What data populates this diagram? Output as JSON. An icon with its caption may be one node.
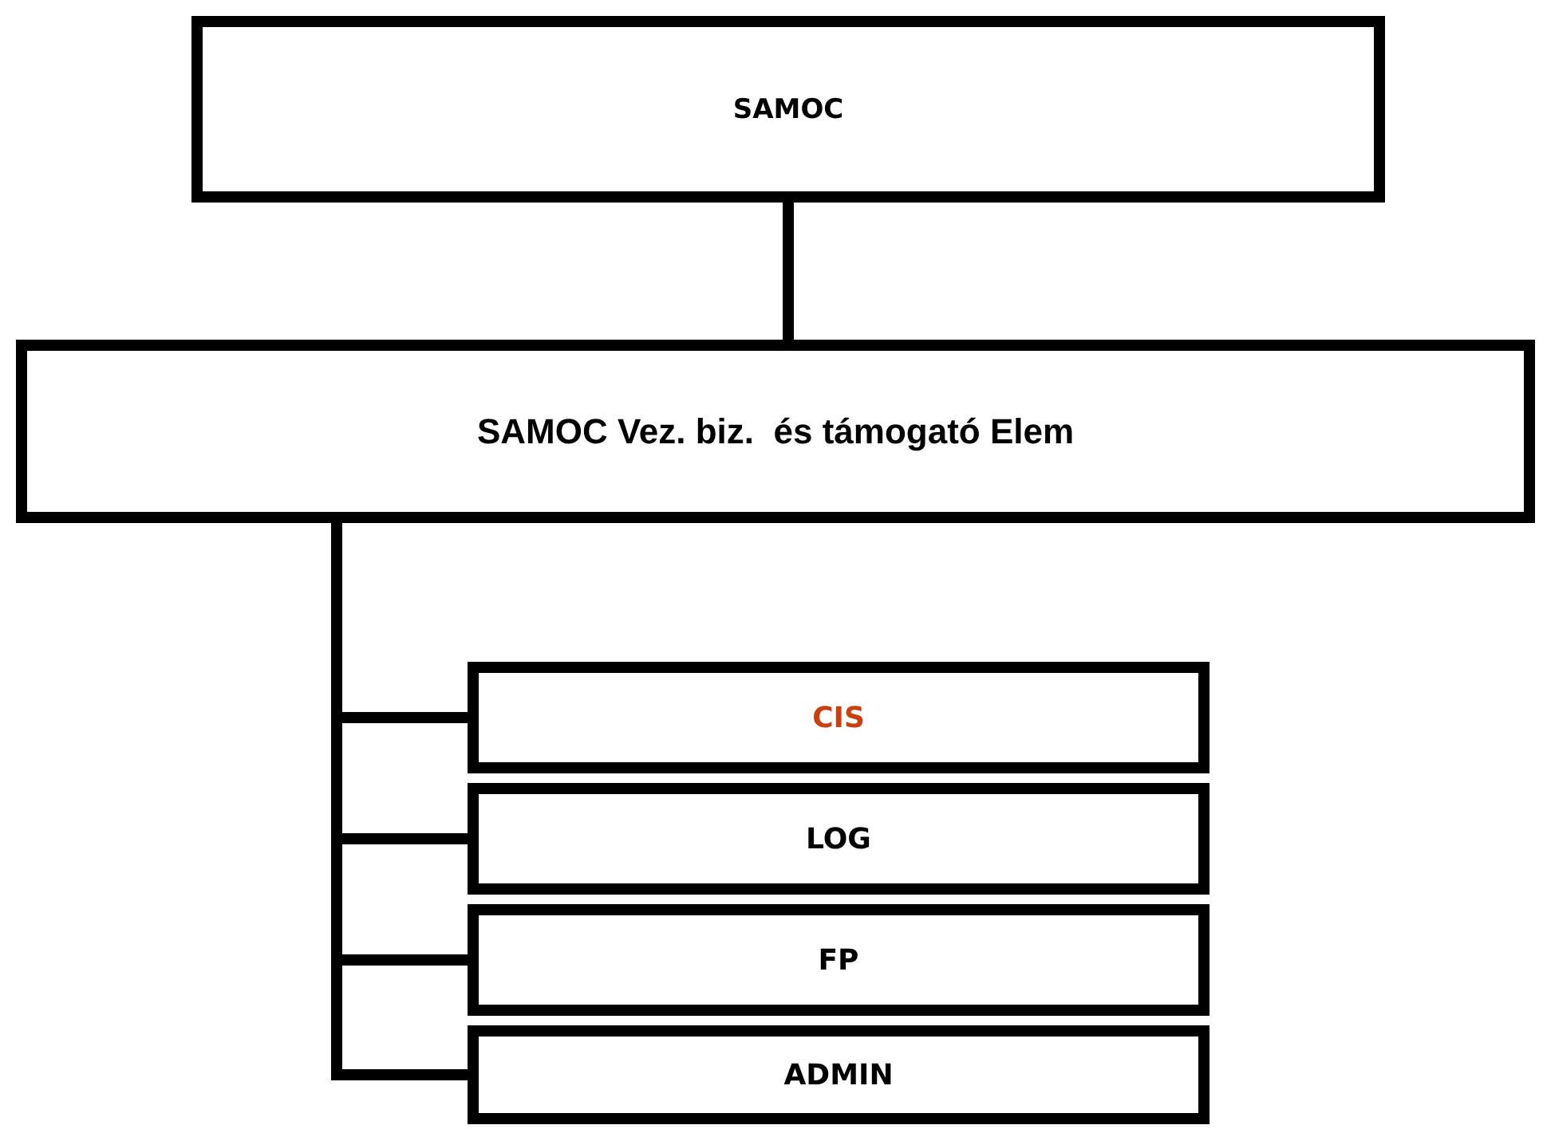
{
  "diagram": {
    "nodes": [
      {
        "text": [
          "SAMOC"
        ]
      },
      {
        "text": [
          "SAMOC Vez. biz.  és támogató Elem"
        ]
      },
      {
        "text": [
          "CIS"
        ]
      },
      {
        "text": [
          "LOG"
        ]
      },
      {
        "text": [
          "FP"
        ]
      },
      {
        "text": [
          "ADMIN"
        ]
      }
    ],
    "edges": [
      {
        "from": 0,
        "to": 1,
        "arrow": "none"
      },
      {
        "from": 1,
        "to": 2,
        "arrow": "none"
      },
      {
        "from": 1,
        "to": 3,
        "arrow": "none"
      },
      {
        "from": 1,
        "to": 4,
        "arrow": "none"
      },
      {
        "from": 1,
        "to": 5,
        "arrow": "none"
      }
    ]
  }
}
